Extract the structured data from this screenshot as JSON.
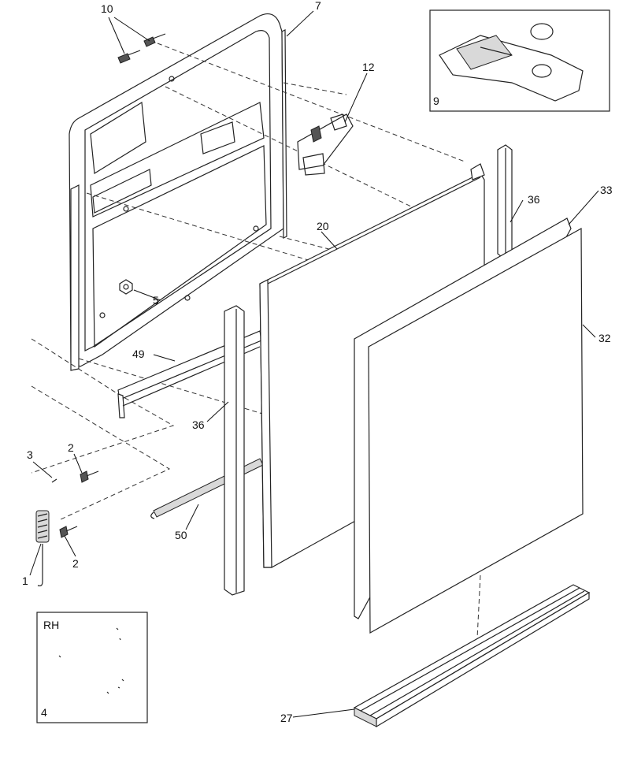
{
  "callouts": {
    "c1": "1",
    "c2a": "2",
    "c2b": "2",
    "c3": "3",
    "c4": "4",
    "c5": "5",
    "c7": "7",
    "c9": "9",
    "c10": "10",
    "c12": "12",
    "c20": "20",
    "c27": "27",
    "c32": "32",
    "c33": "33",
    "c36a": "36",
    "c36b": "36",
    "c49": "49",
    "c50": "50"
  },
  "inset_rh": {
    "label": "RH"
  }
}
